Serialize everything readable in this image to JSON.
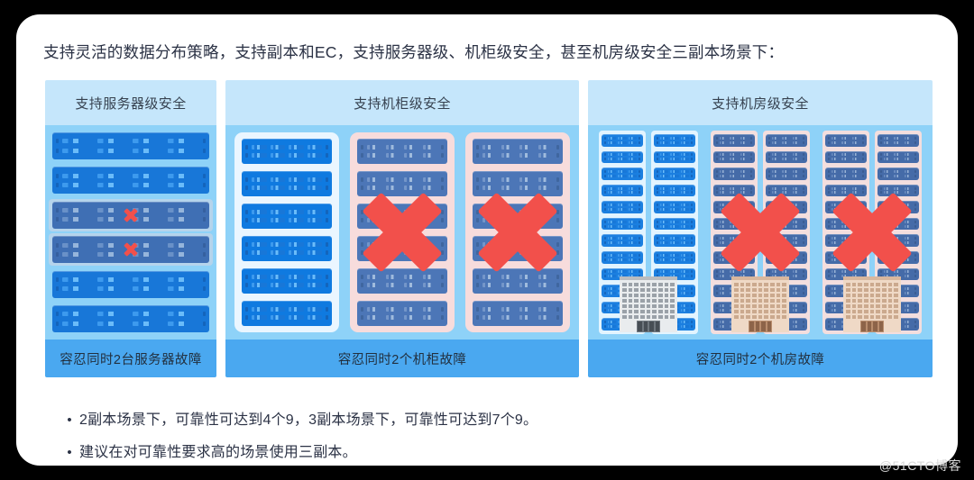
{
  "heading": "支持灵活的数据分布策略，支持副本和EC，支持服务器级、机柜级安全，甚至机房级安全三副本场景下：",
  "panels": [
    {
      "id": "server-level",
      "header": "支持服务器级安全",
      "footer": "容忍同时2台服务器故障",
      "units": 6,
      "failed_units": [
        2,
        3
      ],
      "fail_marker": "red-x-small"
    },
    {
      "id": "rack-level",
      "header": "支持机柜级安全",
      "footer": "容忍同时2个机柜故障",
      "racks": 3,
      "servers_per_rack": 6,
      "failed_racks": [
        1,
        2
      ],
      "fail_marker": "red-x-large"
    },
    {
      "id": "datacenter-level",
      "header": "支持机房级安全",
      "footer": "容忍同时2个机房故障",
      "datacenters": 3,
      "columns_per_datacenter": 2,
      "servers_per_column": 12,
      "failed_datacenters": [
        1,
        2
      ],
      "fail_marker": "red-x-large",
      "building_icon": "office-building-icon"
    }
  ],
  "bullets": [
    {
      "marker": "•",
      "text": "2副本场景下，可靠性可达到4个9，3副本场景下，可靠性可达到7个9。"
    },
    {
      "marker": "•",
      "text": "建议在对可靠性要求高的场景使用三副本。"
    }
  ],
  "watermark": "@51CTO博客",
  "colors": {
    "page_background": "#000000",
    "card_background": "#ffffff",
    "panel_header": "#c5e6fb",
    "panel_body": "#8ed2f8",
    "panel_footer": "#4aa8f0",
    "server_blue": "#1877d8",
    "failed_overlay": "#f7dcdc",
    "fail_x_red": "#f2504b",
    "text_dark": "#2b3245"
  }
}
